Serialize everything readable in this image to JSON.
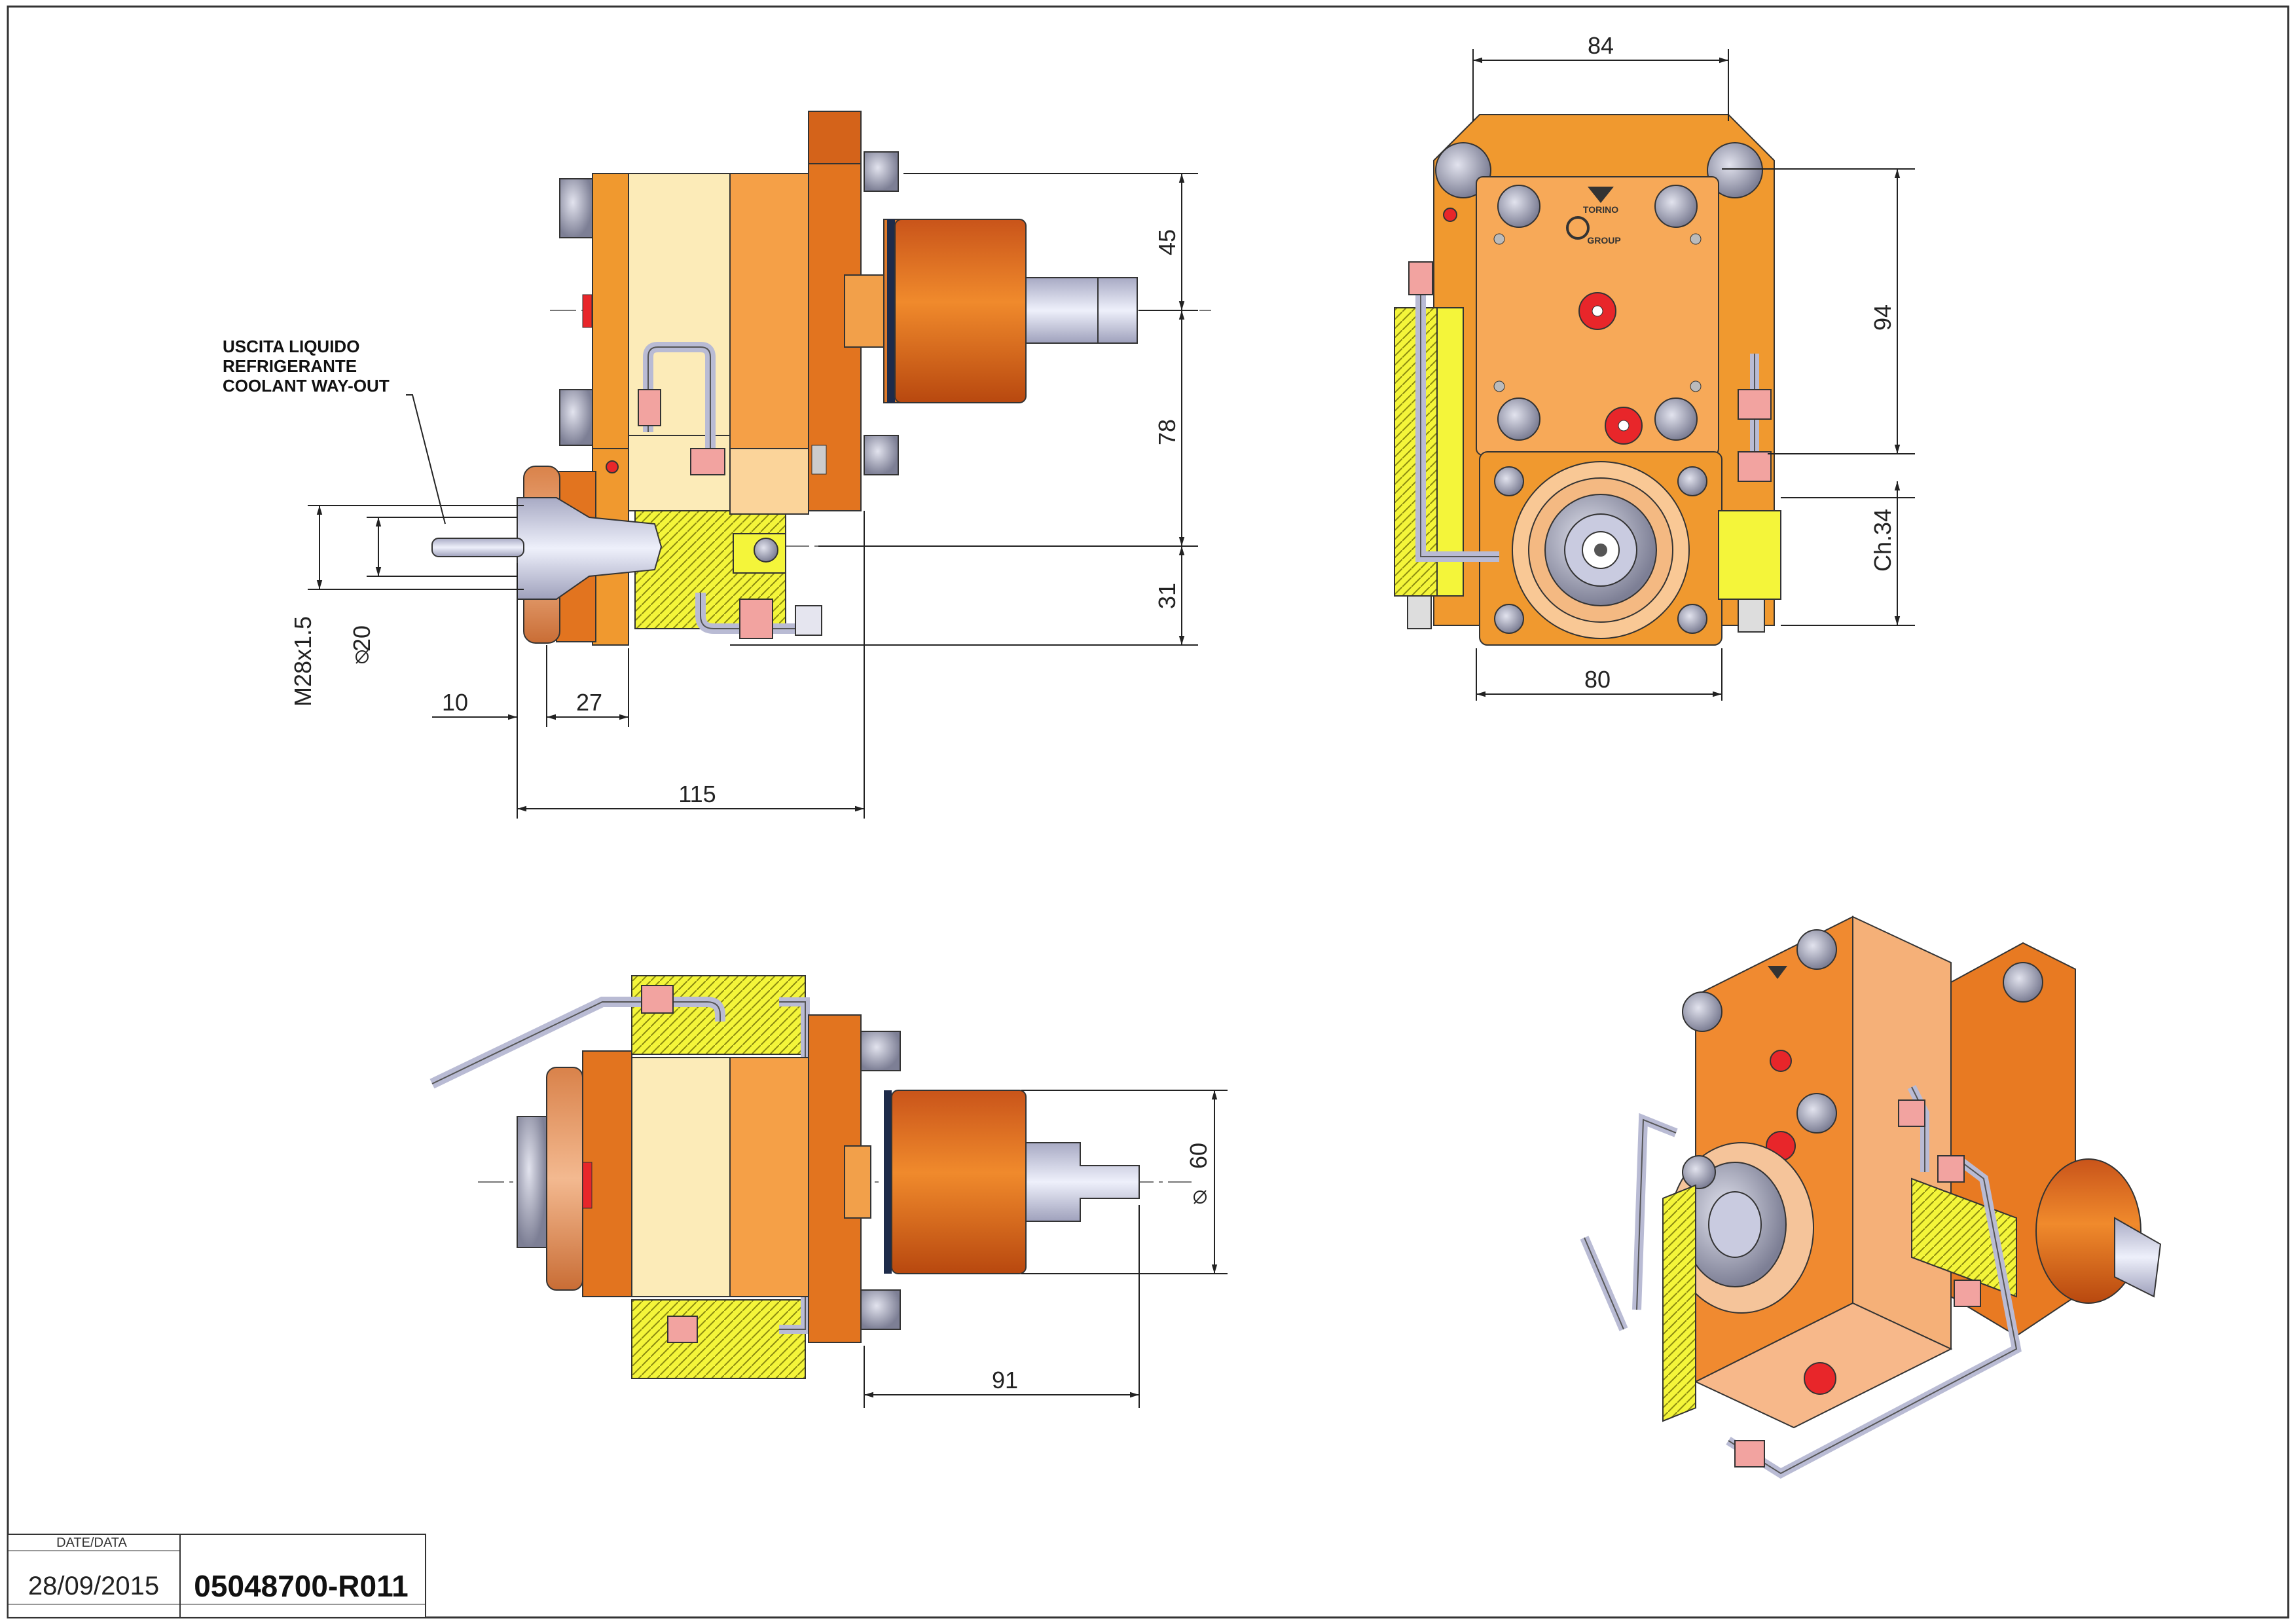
{
  "views": {
    "side": {
      "note_lines": [
        "USCITA LIQUIDO",
        "REFRIGERANTE",
        "COOLANT WAY-OUT"
      ],
      "dims": {
        "d45": "45",
        "d78": "78",
        "d31": "31",
        "dM28": "M28x1.5",
        "d20": "20",
        "d10": "10",
        "d27": "27",
        "d115": "115"
      }
    },
    "front": {
      "dims": {
        "d84": "84",
        "d94": "94",
        "dCh": "Ch.34",
        "d80": "80"
      }
    },
    "top": {
      "dims": {
        "d60": "60",
        "d91": "91"
      }
    }
  },
  "title_block": {
    "date_label": "DATE/DATA",
    "date": "28/09/2015",
    "code": "05048700-R011"
  },
  "colors": {
    "orange_dark": "#d9661a",
    "orange_mid": "#f09a3c",
    "orange_light": "#fdb964",
    "cream": "#fdf0c2",
    "yellow": "#f4f53a",
    "steel": "#c9cbe0",
    "red": "#e8262a",
    "pink": "#f2a3a0"
  }
}
